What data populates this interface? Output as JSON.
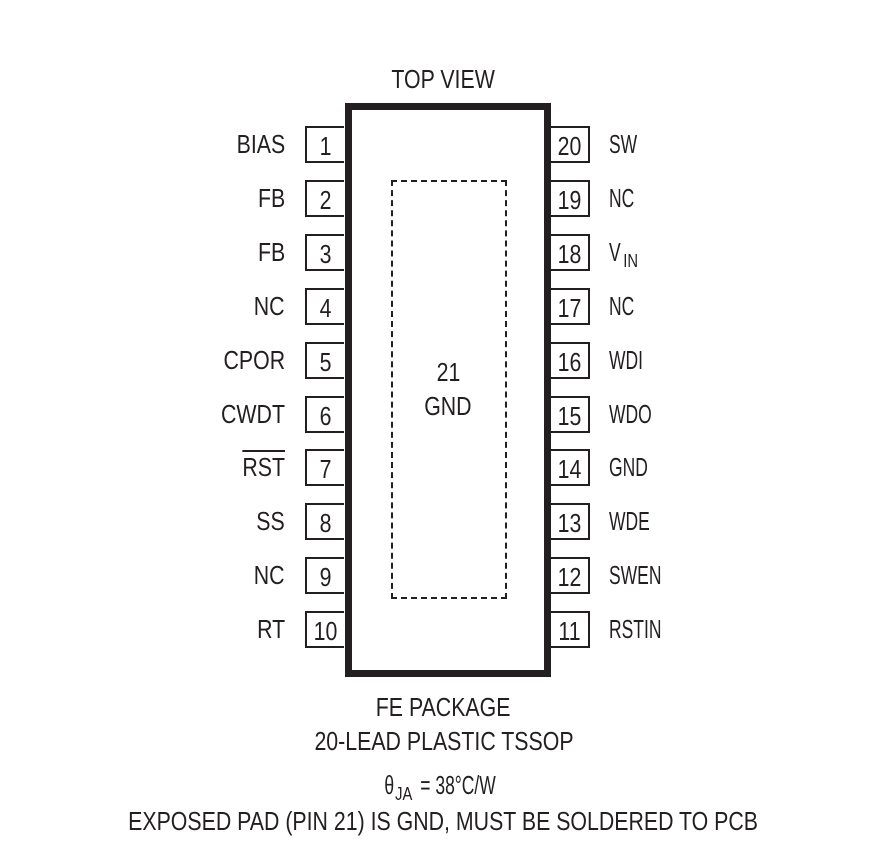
{
  "diagram": {
    "title": "TOP VIEW",
    "exposed_pad": {
      "number": "21",
      "name": "GND"
    },
    "left_pins": [
      {
        "number": "1",
        "name": "BIAS",
        "overline": false
      },
      {
        "number": "2",
        "name": "FB",
        "overline": false
      },
      {
        "number": "3",
        "name": "FB",
        "overline": false
      },
      {
        "number": "4",
        "name": "NC",
        "overline": false
      },
      {
        "number": "5",
        "name": "CPOR",
        "overline": false
      },
      {
        "number": "6",
        "name": "CWDT",
        "overline": false
      },
      {
        "number": "7",
        "name": "RST",
        "overline": true
      },
      {
        "number": "8",
        "name": "SS",
        "overline": false
      },
      {
        "number": "9",
        "name": "NC",
        "overline": false
      },
      {
        "number": "10",
        "name": "RT",
        "overline": false
      }
    ],
    "right_pins": [
      {
        "number": "20",
        "name": "SW",
        "overline": false
      },
      {
        "number": "19",
        "name": "NC",
        "overline": false
      },
      {
        "number": "18",
        "name": "V",
        "sub": "IN",
        "overline": false
      },
      {
        "number": "17",
        "name": "NC",
        "overline": false
      },
      {
        "number": "16",
        "name": "WDI",
        "overline": false
      },
      {
        "number": "15",
        "name": "WDO",
        "overline": true
      },
      {
        "number": "14",
        "name": "GND",
        "overline": false
      },
      {
        "number": "13",
        "name": "WDE",
        "overline": false
      },
      {
        "number": "12",
        "name": "SWEN",
        "overline": false
      },
      {
        "number": "11",
        "name": "RSTIN",
        "overline": true
      }
    ],
    "package_line1": "FE PACKAGE",
    "package_line2": "20-LEAD PLASTIC TSSOP",
    "thermal_symbol": "θ",
    "thermal_sub": "JA",
    "thermal_value": " = 38°C/W",
    "note": "EXPOSED PAD (PIN 21) IS GND, MUST BE SOLDERED TO PCB"
  }
}
